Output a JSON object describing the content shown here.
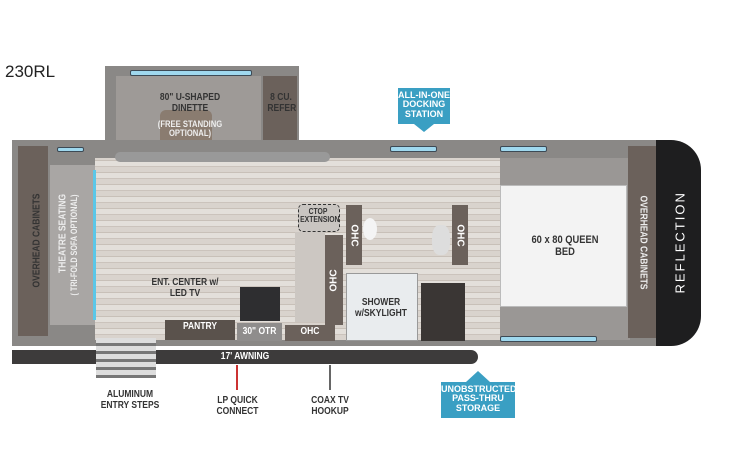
{
  "model": "230RL",
  "labels": {
    "dinette": "80\" U-SHAPED DINETTE",
    "dinette_note": "(FREE STANDING OPTIONAL)",
    "refer": "8 CU. REFER",
    "theatre": "THEATRE SEATING",
    "theatre_note": "( TRI-FOLD SOFA OPTIONAL)",
    "overhead_left": "OVERHEAD CABINETS",
    "overhead_right": "OVERHEAD CABINETS",
    "ent_center": "ENT. CENTER w/ LED TV",
    "pantry": "PANTRY",
    "otr": "30\" OTR",
    "ohc": "OHC",
    "ctop": "CTOP EXTENSION",
    "shower": "SHOWER w/SKYLIGHT",
    "bed": "60 x 80 QUEEN BED",
    "awning": "17' AWNING",
    "brand": "REFLECTION"
  },
  "callouts": {
    "docking": "ALL-IN-ONE DOCKING STATION",
    "storage": "UNOBSTRUCTED PASS-THRU STORAGE",
    "steps": "ALUMINUM ENTRY STEPS",
    "lp": "LP QUICK CONNECT",
    "coax": "COAX TV HOOKUP"
  },
  "colors": {
    "callout": "#3a9fc3",
    "floor": "#d9d3cd",
    "walls": "#8a8886",
    "cabinet": "#6b615b"
  }
}
